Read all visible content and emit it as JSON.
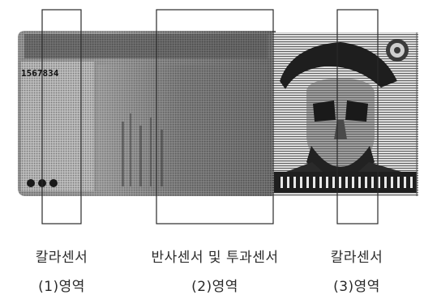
{
  "figure": {
    "serial_number": "1567834",
    "background_color": "#ffffff",
    "banknote_left_color": "#9a9a9a",
    "banknote_right_color": "#d8d8d8",
    "line_color": "#2a2a2a"
  },
  "regions": [
    {
      "sensor": "칼라센서",
      "region": "(1)영역"
    },
    {
      "sensor": "반사센서 및 투과센서",
      "region": "(2)영역"
    },
    {
      "sensor": "칼라센서",
      "region": "(3)영역"
    }
  ]
}
